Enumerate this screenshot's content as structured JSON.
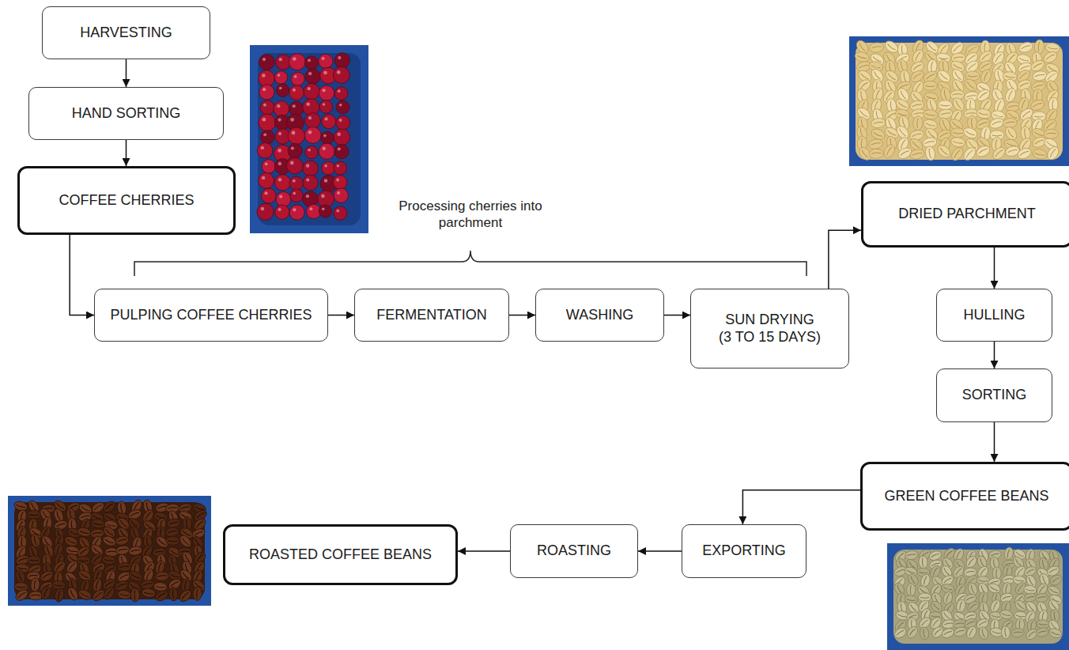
{
  "diagram": {
    "nodes": [
      {
        "text": [
          "HARVESTING"
        ]
      },
      {
        "text": [
          "HAND SORTING"
        ]
      },
      {
        "text": [
          "COFFEE CHERRIES"
        ]
      },
      {
        "text": [
          "PULPING COFFEE CHERRIES"
        ]
      },
      {
        "text": [
          "FERMENTATION"
        ]
      },
      {
        "text": [
          "WASHING"
        ]
      },
      {
        "text": [
          "SUN DRYING (3 TO 15 DAYS)"
        ]
      },
      {
        "text": [
          "DRIED PARCHMENT"
        ]
      },
      {
        "text": [
          "HULLING"
        ]
      },
      {
        "text": [
          "SORTING"
        ]
      },
      {
        "text": [
          "GREEN COFFEE BEANS"
        ]
      },
      {
        "text": [
          "EXPORTING"
        ]
      },
      {
        "text": [
          "ROASTING"
        ]
      },
      {
        "text": [
          "ROASTED COFFEE BEANS"
        ]
      }
    ],
    "edges": [
      {
        "from": 0,
        "to": 1,
        "arrow": "to"
      },
      {
        "from": 1,
        "to": 2,
        "arrow": "to"
      },
      {
        "from": 2,
        "to": 3,
        "arrow": "to"
      },
      {
        "from": 3,
        "to": 4,
        "arrow": "to"
      },
      {
        "from": 4,
        "to": 5,
        "arrow": "to"
      },
      {
        "from": 5,
        "to": 6,
        "arrow": "to"
      },
      {
        "from": 6,
        "to": 7,
        "arrow": "to"
      },
      {
        "from": 7,
        "to": 8,
        "arrow": "to"
      },
      {
        "from": 8,
        "to": 9,
        "arrow": "to"
      },
      {
        "from": 9,
        "to": 10,
        "arrow": "to"
      },
      {
        "from": 10,
        "to": 11,
        "arrow": "to"
      },
      {
        "from": 11,
        "to": 12,
        "arrow": "to"
      },
      {
        "from": 12,
        "to": 13,
        "arrow": "to"
      }
    ],
    "labels": [
      "Processing cherries into parchment"
    ]
  }
}
